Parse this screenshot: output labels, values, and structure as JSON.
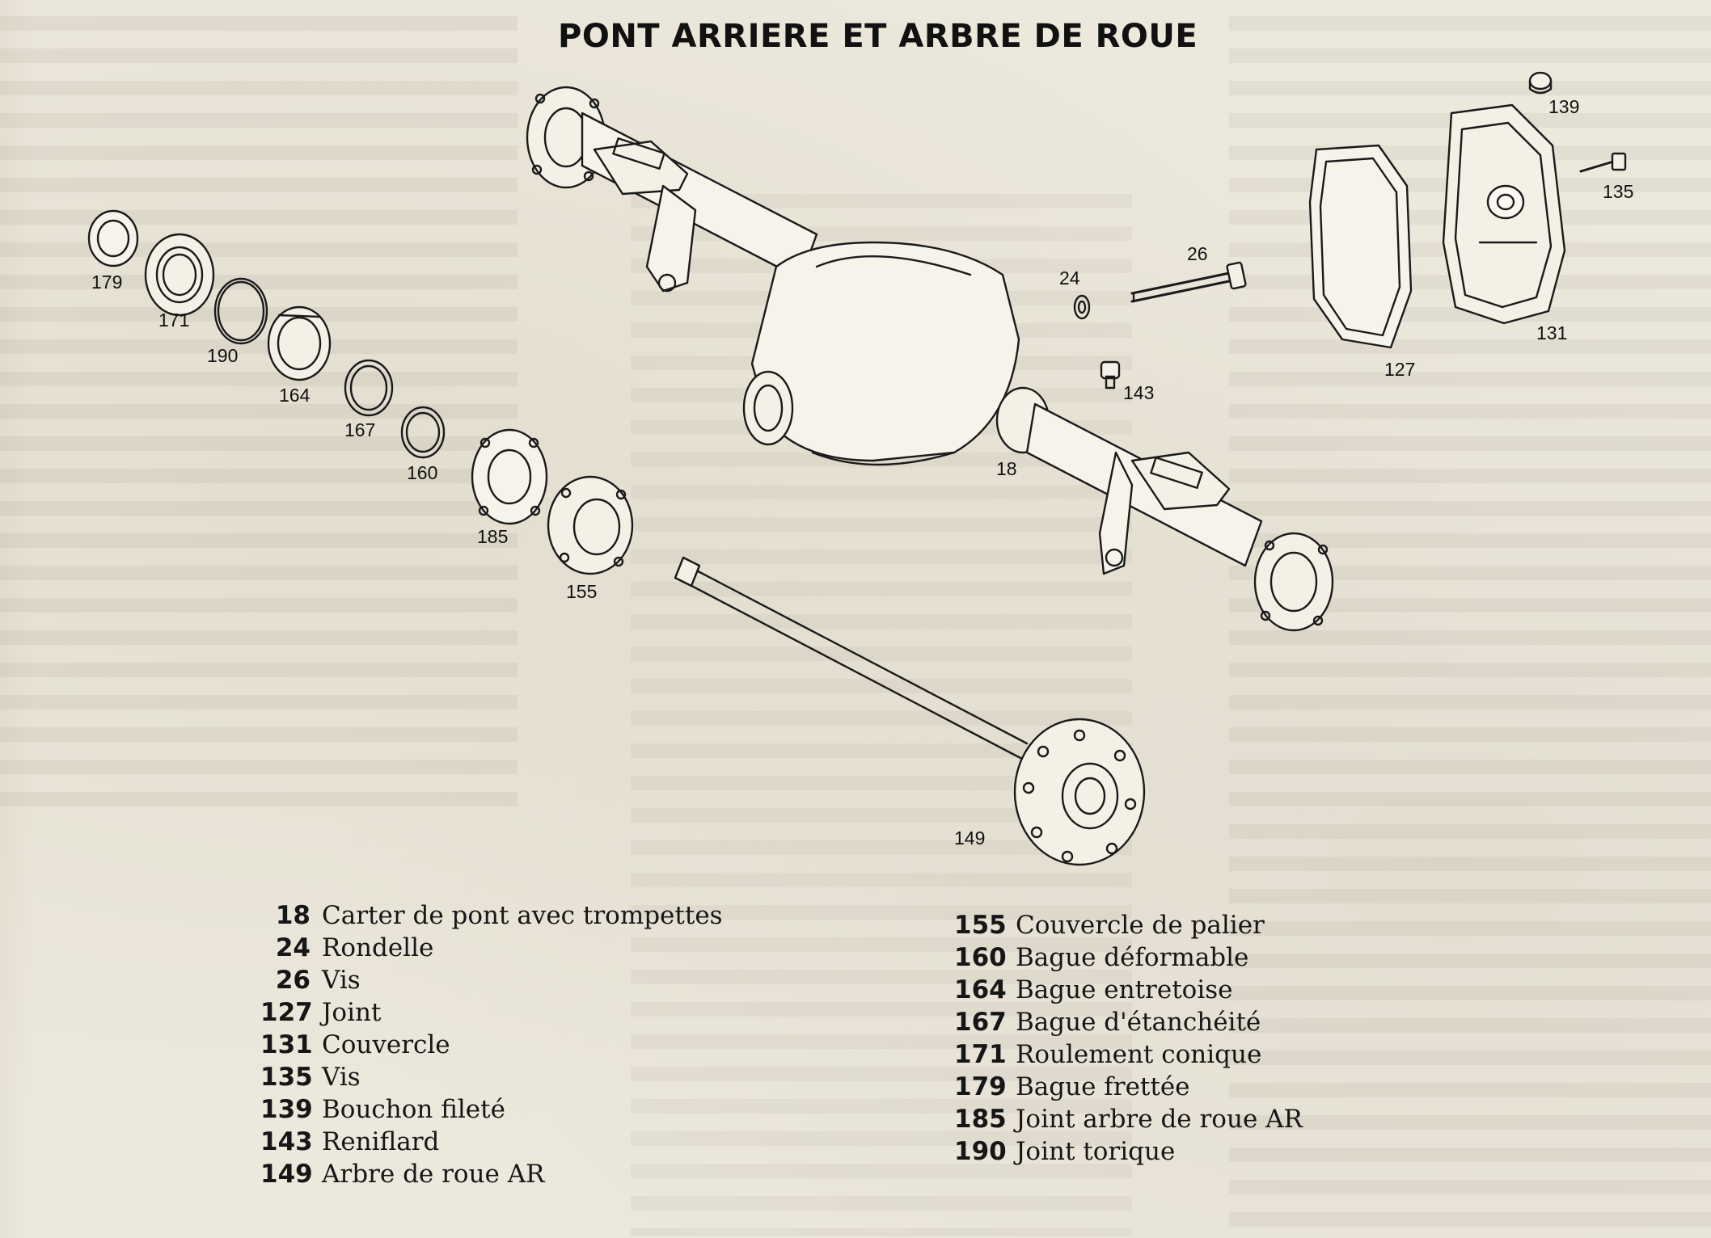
{
  "title": "PONT ARRIERE ET ARBRE DE ROUE",
  "callouts": {
    "c18": "18",
    "c24": "24",
    "c26": "26",
    "c127": "127",
    "c131": "131",
    "c135": "135",
    "c139": "139",
    "c143": "143",
    "c149": "149",
    "c155": "155",
    "c160": "160",
    "c164": "164",
    "c167": "167",
    "c171": "171",
    "c179": "179",
    "c185": "185",
    "c190": "190"
  },
  "legend": {
    "left": [
      {
        "num": "18",
        "label": "Carter de pont avec trompettes"
      },
      {
        "num": "24",
        "label": "Rondelle"
      },
      {
        "num": "26",
        "label": "Vis"
      },
      {
        "num": "127",
        "label": "Joint"
      },
      {
        "num": "131",
        "label": "Couvercle"
      },
      {
        "num": "135",
        "label": "Vis"
      },
      {
        "num": "139",
        "label": "Bouchon fileté"
      },
      {
        "num": "143",
        "label": "Reniflard"
      },
      {
        "num": "149",
        "label": "Arbre de roue AR"
      }
    ],
    "right": [
      {
        "num": "155",
        "label": "Couvercle de palier"
      },
      {
        "num": "160",
        "label": "Bague déformable"
      },
      {
        "num": "164",
        "label": "Bague entretoise"
      },
      {
        "num": "167",
        "label": "Bague d'étanchéité"
      },
      {
        "num": "171",
        "label": "Roulement conique"
      },
      {
        "num": "179",
        "label": "Bague frettée"
      },
      {
        "num": "185",
        "label": "Joint arbre de roue AR"
      },
      {
        "num": "190",
        "label": "Joint torique"
      }
    ]
  }
}
